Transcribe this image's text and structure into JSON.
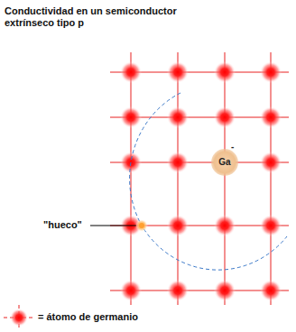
{
  "diagram": {
    "title": "Conductividad en un semiconductor extrínseco tipo p",
    "nodes": [
      {
        "text": [
          "Ga",
          "-"
        ]
      }
    ],
    "labels": [
      "\"hueco\""
    ],
    "legend": [
      {
        "text": "= átomo de germanio"
      }
    ]
  }
}
